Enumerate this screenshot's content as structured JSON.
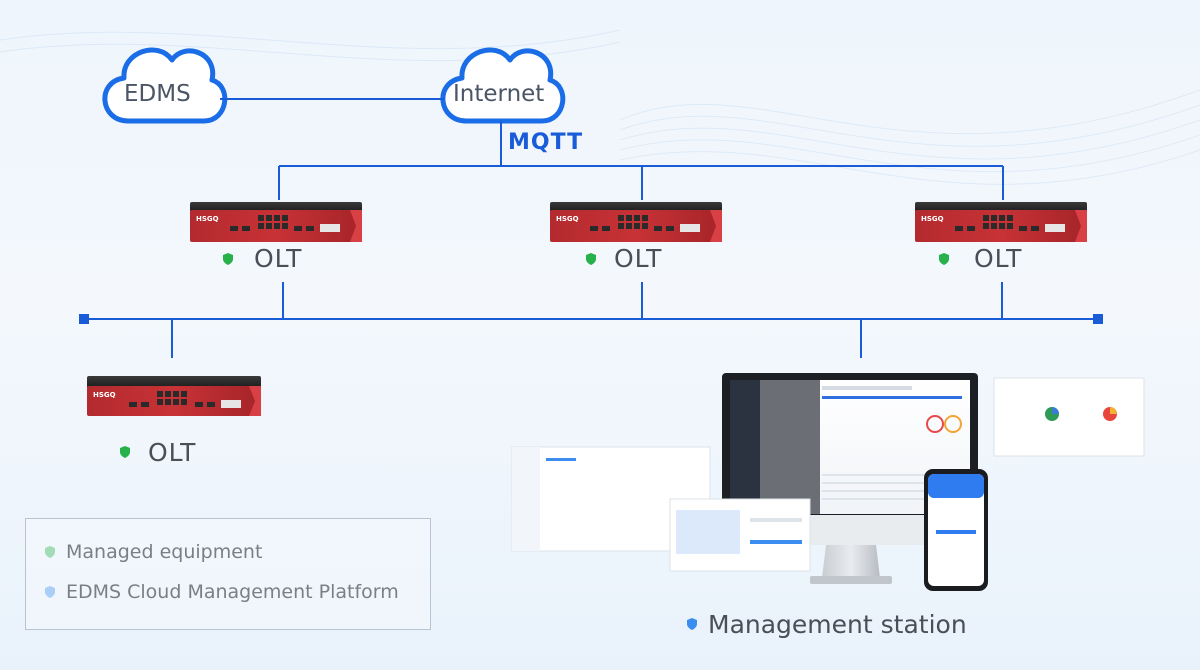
{
  "clouds": {
    "edms": "EDMS",
    "internet": "Internet"
  },
  "protocol": "MQTT",
  "devices": {
    "olt_label": "OLT",
    "brand": "HSGQ"
  },
  "station": {
    "label": "Management station"
  },
  "legend": {
    "items": [
      {
        "label": "Managed equipment",
        "color": "#27b14b"
      },
      {
        "label": "EDMS Cloud Management Platform",
        "color": "#3b8ef0"
      }
    ]
  },
  "colors": {
    "line": "#1a5cd8",
    "cloud_stroke": "#1a6de6",
    "olt_body": "#8a1f23",
    "managed": "#27b14b",
    "platform": "#3b8ef0"
  }
}
